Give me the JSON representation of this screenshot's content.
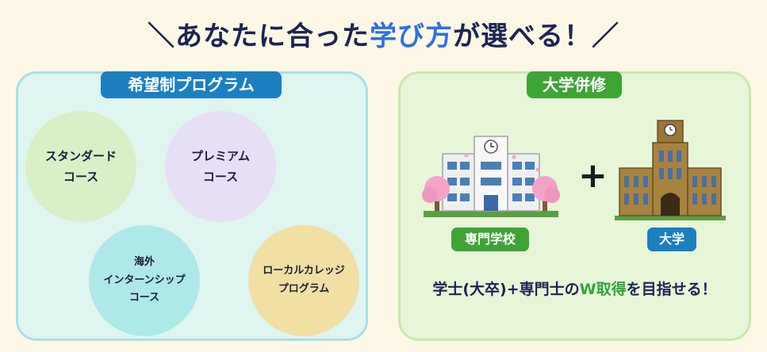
{
  "headline": {
    "prefix": "＼あなたに合った",
    "highlight": "学び方",
    "suffix": "が選べる！／"
  },
  "left_panel": {
    "tag": "希望制プログラム",
    "courses": [
      {
        "lines": [
          "スタンダード",
          "コース"
        ]
      },
      {
        "lines": [
          "プレミアム",
          "コース"
        ]
      },
      {
        "lines": [
          "海外",
          "インターンシップ",
          "コース"
        ]
      },
      {
        "lines": [
          "ローカルカレッジ",
          "プログラム"
        ]
      }
    ]
  },
  "right_panel": {
    "tag": "大学併修",
    "plus": "+",
    "school_label": "専門学校",
    "university_label": "大学",
    "bottom_prefix": "学士(大卒)+専門士の",
    "bottom_highlight": "W取得",
    "bottom_suffix": "を目指せる！"
  },
  "colors": {
    "background": "#fdf8e6",
    "left_panel": "#def5f0",
    "right_panel": "#e8f6d8",
    "blue_tag": "#1b7fc2",
    "green_tag": "#3da534",
    "highlight_blue": "#2f6fe0",
    "highlight_green": "#2fa63b"
  }
}
